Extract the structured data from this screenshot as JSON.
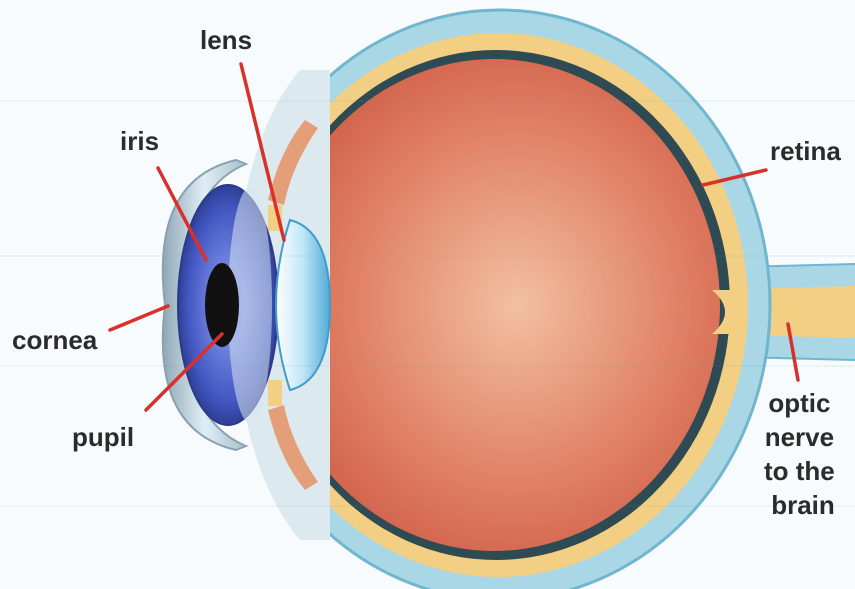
{
  "labels": {
    "lens": "lens",
    "iris": "iris",
    "retina": "retina",
    "cornea": "cornea",
    "pupil": "pupil",
    "optic_nerve": [
      "optic",
      "nerve",
      "to the",
      "brain"
    ]
  },
  "colors": {
    "leader_line": "#d9302c",
    "vitreous": "#e07a5f",
    "retina_dark": "#2e4a52",
    "retina_yellow": "#f2cf83",
    "sclera": "#a9d7e6",
    "iris": "#4f63c9",
    "pupil": "#111111",
    "lens": "#7fc8ea"
  }
}
